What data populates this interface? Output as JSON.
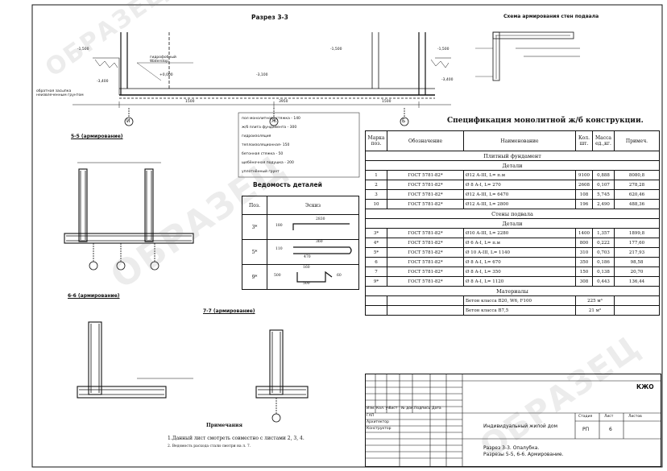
{
  "section33": {
    "title": "Разрез 3-3",
    "labels": {
      "hydro": "гидрофобный\nWaterstop",
      "blind_area": "обратная засыпка\nнеизвлеченным грунтом",
      "elev1": "-1,500",
      "elev2": "-1,500",
      "elev3": "-3,400",
      "elev4": "-3,100",
      "elev5": "-1,500",
      "elev6": "-3,400",
      "elev7": "+0,000",
      "dim1": "1500",
      "dim2": "3950",
      "dim3": "1500",
      "axis1": "И",
      "axis2": "Ж",
      "axis3": "Б"
    }
  },
  "layers_legend": [
    "пол монолитного стяжка - 140",
    "ж/б плита фундамента - 300",
    "гидроизоляция",
    "теплоизоляционная- 150",
    "бетонная стяжка - 50",
    "щебёночная подушка - 200",
    "уплотнённый грунт"
  ],
  "wall_scheme_title": "Схема армирования стен подвала",
  "section55": {
    "title": "5-5 (армирование)"
  },
  "section66": {
    "title": "6-6 (армирование)"
  },
  "section77": {
    "title": "7-7 (армирование)"
  },
  "details_table": {
    "title": "Ведомость деталей",
    "head": [
      "Поз.",
      "Эскиз"
    ],
    "rows": [
      {
        "pos": "3*",
        "dims": [
          "180",
          "2830"
        ]
      },
      {
        "pos": "5*",
        "dims": [
          "110",
          "360",
          "470"
        ]
      },
      {
        "pos": "9*",
        "dims": [
          "500",
          "160",
          "60",
          "500"
        ]
      }
    ]
  },
  "spec": {
    "title": "Спецификация монолитной ж/б конструкции.",
    "head": [
      "Марка поз.",
      "Обозначение",
      "Наименование",
      "Кол. шт.",
      "Масса ед.,кг.",
      "Примеч."
    ],
    "sections": [
      {
        "name": "Плитный фундамент",
        "sub": "Детали",
        "rows": [
          [
            "1",
            "ГОСТ 5781-82*",
            "Ø12 А-III,  L= п.м",
            "9100",
            "0,888",
            "8080,8"
          ],
          [
            "2",
            "ГОСТ 5781-82*",
            "Ø 8 А-I,    L= 270",
            "2608",
            "0,107",
            "278,28"
          ],
          [
            "3",
            "ГОСТ 5781-82*",
            "Ø12 А-III,  L= 6470",
            "108",
            "5,745",
            "620,46"
          ],
          [
            "10",
            "ГОСТ 5781-82*",
            "Ø12 А-III,  L= 2800",
            "196",
            "2,490",
            "488,36"
          ]
        ]
      },
      {
        "name": "Стены подвала",
        "sub": "Детали",
        "rows": [
          [
            "3*",
            "ГОСТ 5781-82*",
            "Ø10 А-III,  L= 2280",
            "1400",
            "1,357",
            "1899,8"
          ],
          [
            "4*",
            "ГОСТ 5781-82*",
            "Ø 6 А-I,    L= п.м",
            "800",
            "0,222",
            "177,60"
          ],
          [
            "5*",
            "ГОСТ 5781-82*",
            "Ø 10 А-III,  L= 1140",
            "310",
            "0,703",
            "217,93"
          ],
          [
            "6",
            "ГОСТ 5781-82*",
            "Ø 8 А-I,    L= 670",
            "350",
            "0,186",
            "98,58"
          ],
          [
            "7",
            "ГОСТ 5781-82*",
            "Ø 8 А-I,    L= 350",
            "150",
            "0,138",
            "20,70"
          ],
          [
            "9*",
            "ГОСТ 5781-82*",
            "Ø 8 А-I,    L= 1120",
            "308",
            "0,443",
            "136,44"
          ]
        ]
      }
    ],
    "materials_title": "Материалы",
    "materials": [
      {
        "name": "Бетон класса В20, W6, F100",
        "qty": "225 м³"
      },
      {
        "name": "Бетон класса В7,5",
        "qty": "21 м³"
      }
    ]
  },
  "notes": {
    "title": "Примечания",
    "items": [
      "1.Данный лист смотреть совместно с листами 2, 3, 4.",
      "2. Ведомость расхода стали смотри на л. 7."
    ]
  },
  "stamp": {
    "code": "КЖО",
    "project": "Индивидуальный жилой дом",
    "sheet_title": "Разрез 3-3. Опалубка.\nРазрезы 5-5, 6-6. Армирование.",
    "col_heads": [
      "Изм.",
      "Кол. уч.",
      "Лист",
      "№ док.",
      "Подпись",
      "Дата"
    ],
    "roles": [
      "ГАП",
      "Архитектор",
      "Конструктор"
    ],
    "stage_heads": [
      "Стадия",
      "Лист",
      "Листов"
    ],
    "stage": "РП",
    "sheet_no": "6",
    "sheets": ""
  },
  "watermark": "ОБРАЗЕЦ"
}
